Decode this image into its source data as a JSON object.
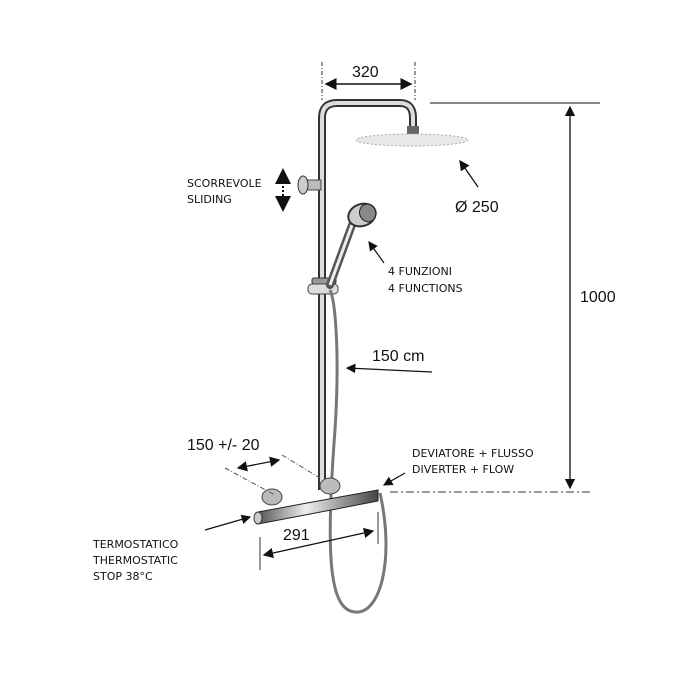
{
  "dimensions": {
    "arm_length": "320",
    "head_diameter": "Ø  250",
    "total_height": "1000",
    "hose_length": "150 cm",
    "inlet_spacing": "150 +/- 20",
    "bar_length": "291"
  },
  "labels": {
    "sliding": [
      "SCORREVOLE",
      "SLIDING"
    ],
    "functions": [
      "4 FUNZIONI",
      "4 FUNCTIONS"
    ],
    "diverter": [
      "DEVIATORE + FLUSSO",
      "DIVERTER  + FLOW"
    ],
    "thermostatic": [
      "TERMOSTATICO",
      "THERMOSTATIC",
      "STOP 38°C"
    ]
  },
  "colors": {
    "line": "#111111",
    "chrome": "#9a9a9a"
  }
}
